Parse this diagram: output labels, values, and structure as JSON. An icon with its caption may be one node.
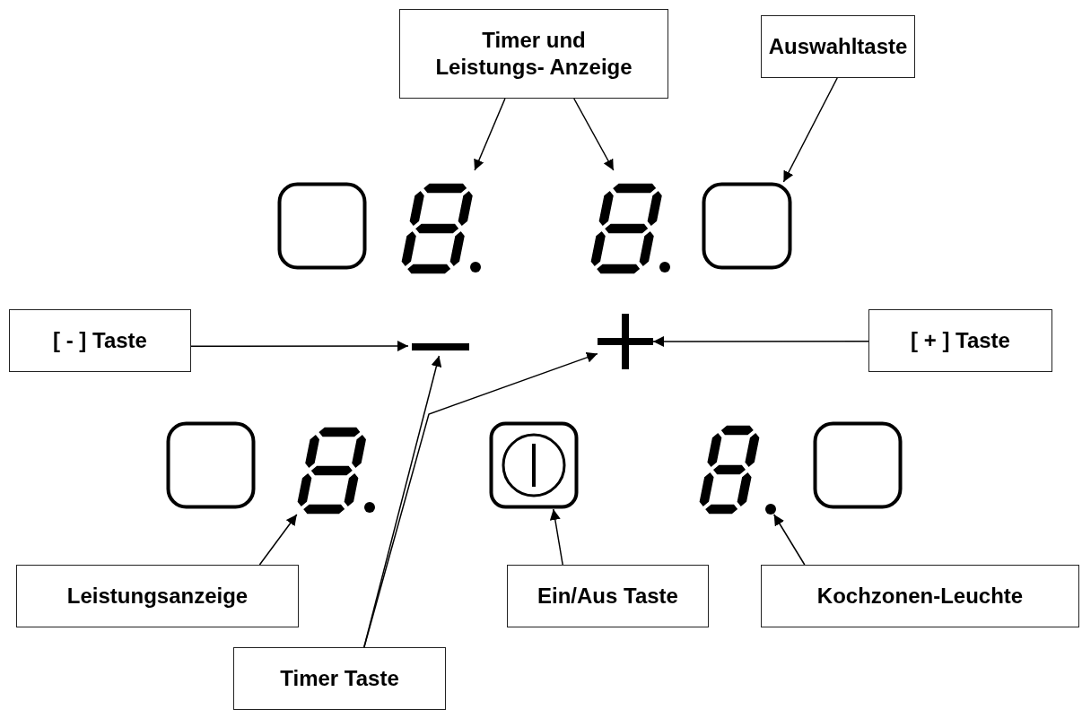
{
  "diagram": {
    "nodes": [
      {
        "text": [
          "Timer und Leistungs- Anzeige"
        ]
      },
      {
        "text": [
          "Auswahltaste"
        ]
      },
      {
        "text": [
          "[ - ] Taste"
        ]
      },
      {
        "text": [
          "[ + ] Taste"
        ]
      },
      {
        "text": [
          "Leistungsanzeige"
        ]
      },
      {
        "text": [
          "Ein/Aus Taste"
        ]
      },
      {
        "text": [
          "Kochzonen-Leuchte"
        ]
      },
      {
        "text": [
          "Timer Taste"
        ]
      },
      {
        "text": [],
        "shape": "box"
      },
      {
        "text": [],
        "shape": "digit"
      },
      {
        "text": [],
        "shape": "digit"
      },
      {
        "text": [],
        "shape": "box"
      },
      {
        "text": [],
        "shape": "minus"
      },
      {
        "text": [],
        "shape": "plus"
      },
      {
        "text": [],
        "shape": "box"
      },
      {
        "text": [],
        "shape": "digit"
      },
      {
        "text": [],
        "shape": "button"
      },
      {
        "text": [],
        "shape": "digit"
      },
      {
        "text": [],
        "shape": "circle"
      },
      {
        "text": [],
        "shape": "box"
      }
    ],
    "edges": [
      {
        "from": 0,
        "to": 9,
        "arrow": "to"
      },
      {
        "from": 0,
        "to": 10,
        "arrow": "to"
      },
      {
        "from": 1,
        "to": 11,
        "arrow": "to"
      },
      {
        "from": 2,
        "to": 12,
        "arrow": "to"
      },
      {
        "from": 3,
        "to": 13,
        "arrow": "to"
      },
      {
        "from": 7,
        "to": 12,
        "arrow": "to"
      },
      {
        "from": 7,
        "to": 13,
        "arrow": "to"
      },
      {
        "from": 4,
        "to": 15,
        "arrow": "to"
      },
      {
        "from": 5,
        "to": 16,
        "arrow": "to"
      },
      {
        "from": 6,
        "to": 18,
        "arrow": "to"
      }
    ]
  }
}
